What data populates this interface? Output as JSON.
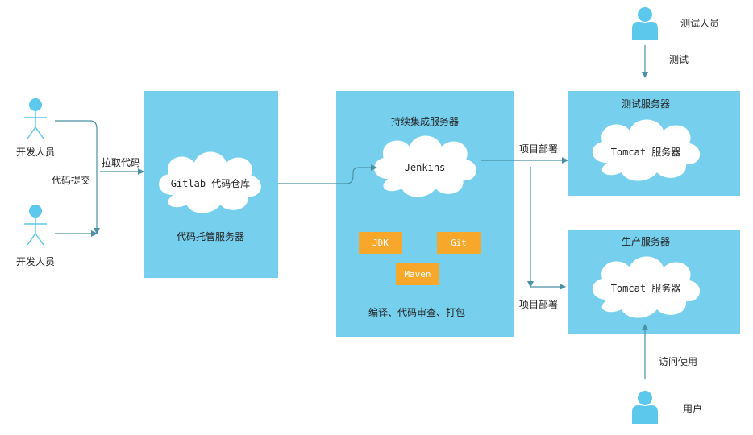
{
  "actors": {
    "dev1": "开发人员",
    "dev2": "开发人员",
    "tester": "测试人员",
    "user": "用户"
  },
  "edges": {
    "commit": "代码提交",
    "pull": "拉取代码",
    "test": "测试",
    "deploy1": "项目部署",
    "deploy2": "项目部署",
    "access": "访问使用"
  },
  "gitlab": {
    "cloud": "Gitlab 代码仓库",
    "caption": "代码托管服务器"
  },
  "ci": {
    "title": "持续集成服务器",
    "cloud": "Jenkins",
    "tools": [
      "JDK",
      "Git",
      "Maven"
    ],
    "caption": "编译、代码审查、打包"
  },
  "test_server": {
    "title": "测试服务器",
    "cloud": "Tomcat 服务器"
  },
  "prod_server": {
    "title": "生产服务器",
    "cloud": "Tomcat 服务器"
  },
  "colors": {
    "box": "#77cfee",
    "cloud": "#ffffff",
    "tool": "#f7a82b",
    "arrow": "#4a90a4",
    "person": "#5bc8ec"
  }
}
